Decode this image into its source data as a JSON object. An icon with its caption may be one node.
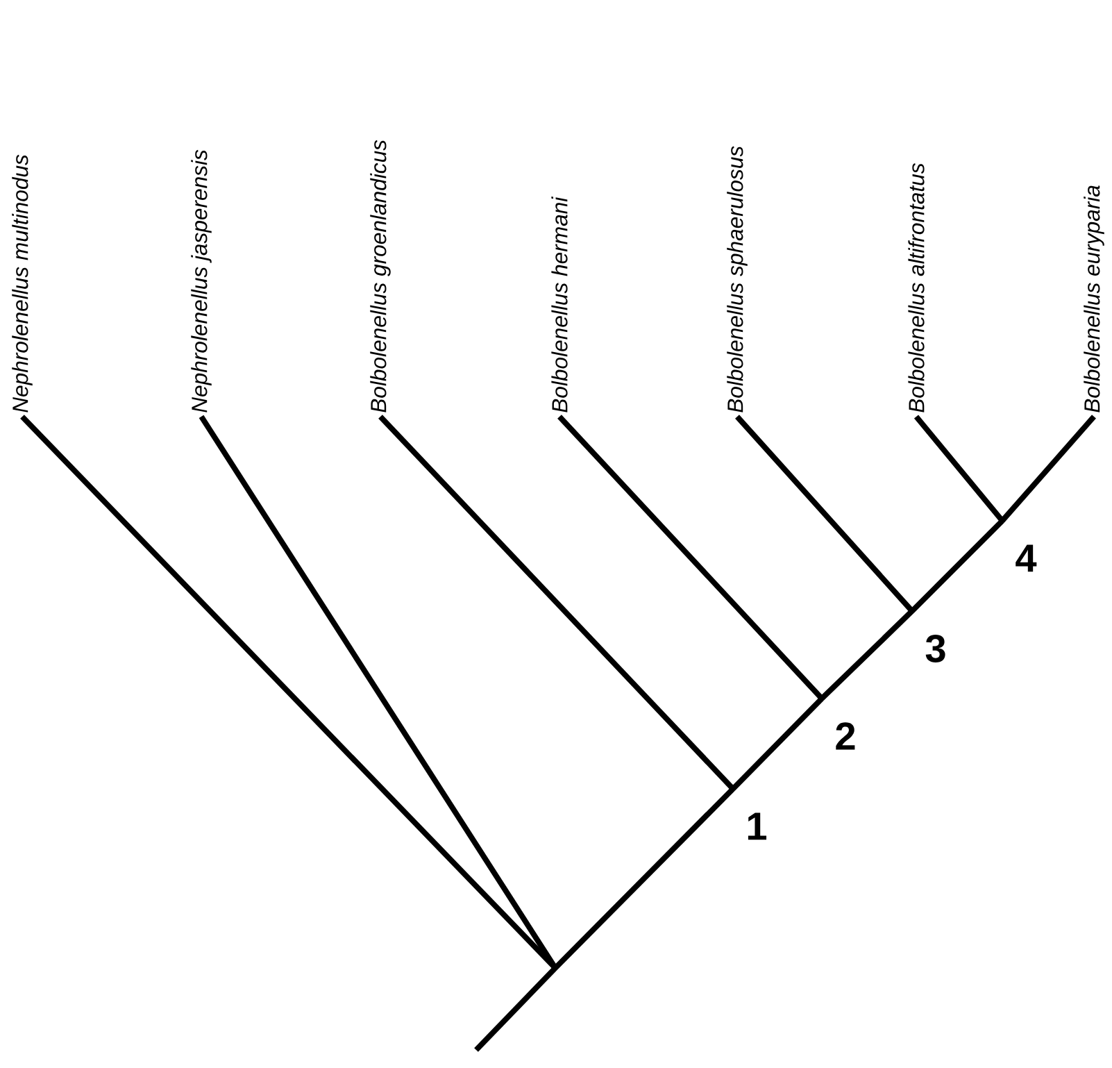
{
  "diagram": {
    "nodes": [
      {
        "text": [
          "Nephrolenellus multinodus"
        ]
      },
      {
        "text": [
          "Nephrolenellus jasperensis"
        ]
      },
      {
        "text": [
          "Bolbolenellus groenlandicus"
        ]
      },
      {
        "text": [
          "Bolbolenellus hermani"
        ]
      },
      {
        "text": [
          "Bolbolenellus sphaerulosus"
        ]
      },
      {
        "text": [
          "Bolbolenellus altifrontatus"
        ]
      },
      {
        "text": [
          "Bolbolenellus euryparia"
        ]
      },
      {
        "text": [],
        "shape": "point"
      },
      {
        "text": [],
        "shape": "point",
        "beside": [
          "1"
        ]
      },
      {
        "text": [],
        "shape": "point",
        "beside": [
          "2"
        ]
      },
      {
        "text": [],
        "shape": "point",
        "beside": [
          "3"
        ]
      },
      {
        "text": [],
        "shape": "point",
        "beside": [
          "4"
        ]
      }
    ],
    "edges": [
      {
        "from": 0,
        "to": 7,
        "arrow": "none"
      },
      {
        "from": 1,
        "to": 7,
        "arrow": "none"
      },
      {
        "from": 2,
        "to": 8,
        "arrow": "none"
      },
      {
        "from": 3,
        "to": 9,
        "arrow": "none"
      },
      {
        "from": 4,
        "to": 10,
        "arrow": "none"
      },
      {
        "from": 5,
        "to": 11,
        "arrow": "none"
      },
      {
        "from": 6,
        "to": 11,
        "arrow": "none"
      },
      {
        "from": null,
        "to": 7,
        "arrow": "none"
      },
      {
        "from": 7,
        "to": 8,
        "arrow": "none"
      },
      {
        "from": 8,
        "to": 9,
        "arrow": "none"
      },
      {
        "from": 9,
        "to": 10,
        "arrow": "none"
      },
      {
        "from": 10,
        "to": 11,
        "arrow": "none"
      }
    ]
  }
}
